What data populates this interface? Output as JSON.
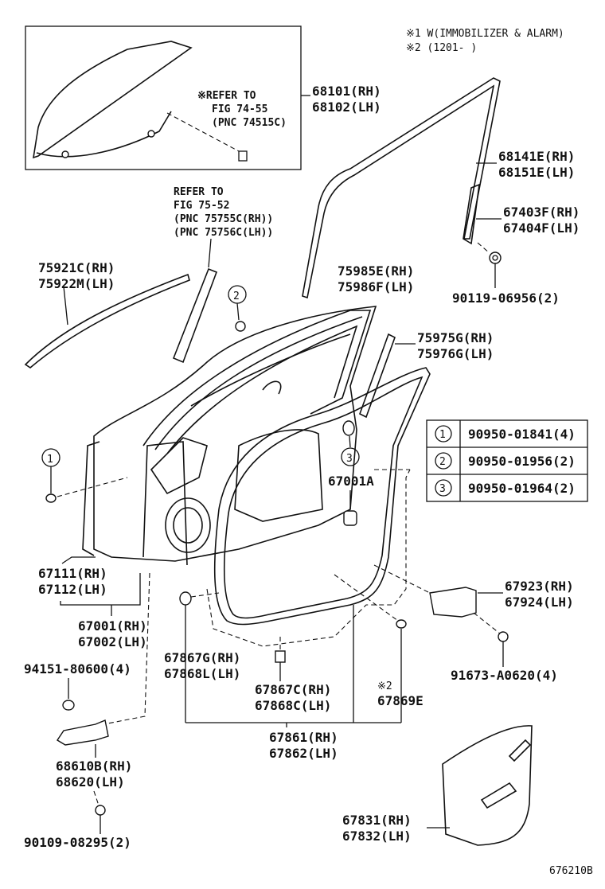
{
  "notes": {
    "n1": "※1 W(IMMOBILIZER & ALARM)",
    "n2": "※2 (1201-      )"
  },
  "inset": {
    "ref_line1": "※REFER TO",
    "ref_line2": "FIG 74-55",
    "ref_line3": "(PNC 74515C)"
  },
  "refer2": {
    "line1": "REFER TO",
    "line2": "FIG 75-52",
    "line3": "(PNC 75755C(RH))",
    "line4": "(PNC 75756C(LH))"
  },
  "parts": {
    "p68101": "68101(RH)",
    "p68102": "68102(LH)",
    "p68141": "68141E(RH)",
    "p68151": "68151E(LH)",
    "p67403": "67403F(RH)",
    "p67404": "67404F(LH)",
    "p90119": "90119-06956(2)",
    "p75921": "75921C(RH)",
    "p75922": "75922M(LH)",
    "p75985": "75985E(RH)",
    "p75986": "75986F(LH)",
    "p75975": "75975G(RH)",
    "p75976": "75976G(LH)",
    "p67001a": "67001A",
    "p67111": "67111(RH)",
    "p67112": "67112(LH)",
    "p67001": "67001(RH)",
    "p67002": "67002(LH)",
    "p67923": "67923(RH)",
    "p67924": "67924(LH)",
    "p91673": "91673-A0620(4)",
    "p94151": "94151-80600(4)",
    "p67867g": "67867G(RH)",
    "p67868l": "67868L(LH)",
    "p67867c": "67867C(RH)",
    "p67868c": "67868C(LH)",
    "p67869": "67869E",
    "p67869mark": "※2",
    "p67861": "67861(RH)",
    "p67862": "67862(LH)",
    "p68610": "68610B(RH)",
    "p68620": "68620(LH)",
    "p67831": "67831(RH)",
    "p67832": "67832(LH)",
    "p90109": "90109-08295(2)"
  },
  "fastener_table": [
    {
      "key": "1",
      "part": "90950-01841(4)"
    },
    {
      "key": "2",
      "part": "90950-01956(2)"
    },
    {
      "key": "3",
      "part": "90950-01964(2)"
    }
  ],
  "callouts": {
    "c1": "1",
    "c2": "2",
    "c3": "3"
  },
  "figure_id": "676210B"
}
